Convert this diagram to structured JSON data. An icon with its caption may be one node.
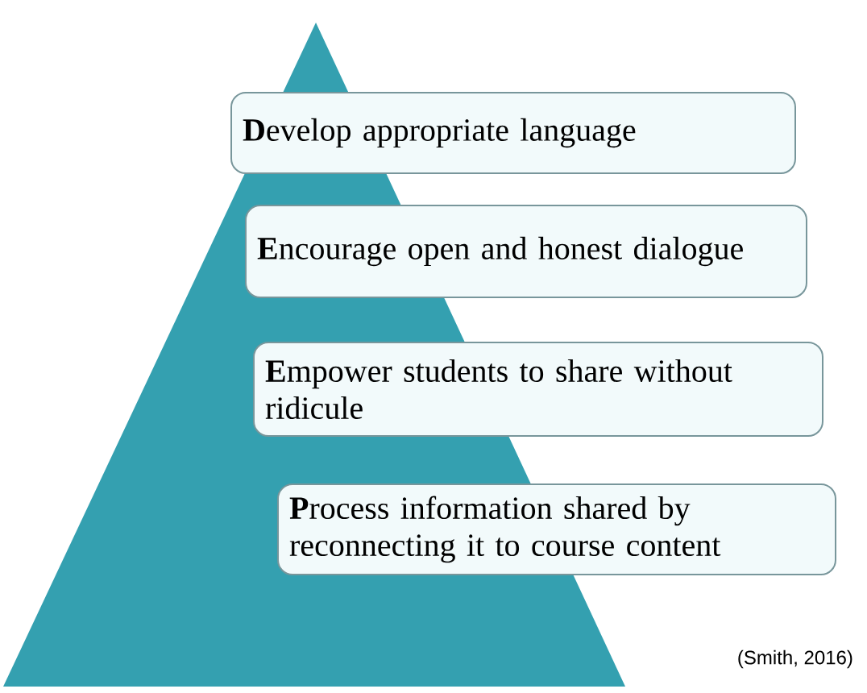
{
  "diagram": {
    "nodes": [
      {
        "text": [
          "**D**evelop appropriate language"
        ]
      },
      {
        "text": [
          "**E**ncourage open and honest dialogue"
        ]
      },
      {
        "text": [
          "**E**mpower students to share without ridicule"
        ]
      },
      {
        "text": [
          "**P**rocess information shared by reconnecting it to course content"
        ]
      }
    ],
    "labels": [
      "(Smith, 2016)"
    ]
  }
}
